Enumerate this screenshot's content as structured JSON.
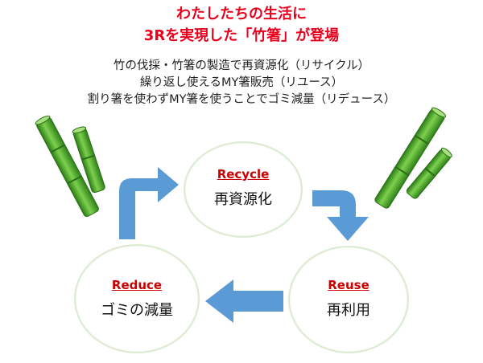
{
  "title": {
    "line1": "わたしたちの生活に",
    "line2": "3Rを実現した「竹箸」が登場",
    "color": "#e8001c"
  },
  "description": {
    "lines": [
      "竹の伐採・竹箸の製造で再資源化（リサイクル）",
      "繰り返し使えるMY箸販売（リユース）",
      "割り箸を使わずMY箸を使うことでゴミ減量（リデュース）"
    ]
  },
  "cycle": {
    "accent_color": "#cc0000",
    "arrow_color": "#5b9bd5",
    "bamboo_color": "#3c9a22",
    "nodes": {
      "recycle": {
        "en": "Recycle",
        "jp": "再資源化"
      },
      "reuse": {
        "en": "Reuse",
        "jp": "再利用"
      },
      "reduce": {
        "en": "Reduce",
        "jp": "ゴミの減量"
      }
    }
  }
}
